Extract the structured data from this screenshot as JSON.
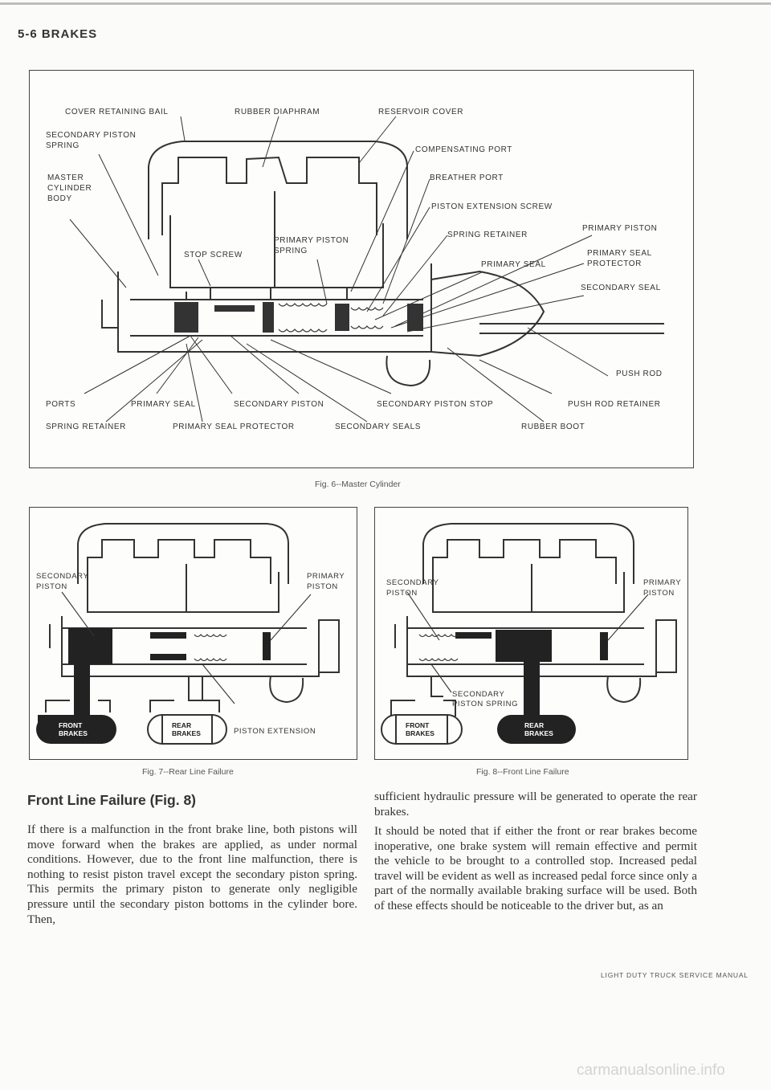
{
  "header": "5-6 BRAKES",
  "fig6": {
    "labels": {
      "cover_retaining_bail": "COVER RETAINING BAIL",
      "rubber_diaphram": "RUBBER DIAPHRAM",
      "reservoir_cover": "RESERVOIR COVER",
      "secondary_piston_spring": "SECONDARY PISTON\nSPRING",
      "compensating_port": "COMPENSATING PORT",
      "master_cylinder_body": "MASTER\nCYLINDER\nBODY",
      "breather_port": "BREATHER PORT",
      "piston_extension_screw": "PISTON EXTENSION SCREW",
      "primary_piston_top": "PRIMARY PISTON",
      "spring_retainer_top": "SPRING RETAINER",
      "primary_piston_spring": "PRIMARY PISTON\nSPRING",
      "stop_screw": "STOP SCREW",
      "primary_seal_protector": "PRIMARY SEAL\nPROTECTOR",
      "primary_seal_top": "PRIMARY SEAL",
      "secondary_seal": "SECONDARY SEAL",
      "push_rod": "PUSH ROD",
      "ports": "PORTS",
      "primary_seal_bottom": "PRIMARY SEAL",
      "secondary_piston": "SECONDARY PISTON",
      "secondary_piston_stop": "SECONDARY PISTON STOP",
      "push_rod_retainer": "PUSH ROD RETAINER",
      "spring_retainer_bottom": "SPRING RETAINER",
      "primary_seal_protector_bottom": "PRIMARY SEAL PROTECTOR",
      "secondary_seals": "SECONDARY SEALS",
      "rubber_boot": "RUBBER BOOT"
    },
    "caption": "Fig. 6--Master Cylinder"
  },
  "fig7": {
    "labels": {
      "secondary_piston": "SECONDARY\nPISTON",
      "primary_piston": "PRIMARY\nPISTON",
      "front_brakes": "FRONT\nBRAKES",
      "rear_brakes": "REAR\nBRAKES",
      "piston_extension": "PISTON EXTENSION"
    },
    "caption": "Fig. 7--Rear Line Failure"
  },
  "fig8": {
    "labels": {
      "secondary_piston": "SECONDARY\nPISTON",
      "primary_piston": "PRIMARY\nPISTON",
      "secondary_piston_spring": "SECONDARY\nPISTON SPRING",
      "front_brakes": "FRONT\nBRAKES",
      "rear_brakes": "REAR\nBRAKES"
    },
    "caption": "Fig. 8--Front Line Failure"
  },
  "section_heading": "Front Line Failure (Fig. 8)",
  "body": {
    "left": "If there is a malfunction in the front brake line, both pistons will move forward when the brakes are applied, as under normal conditions. However, due to the front line malfunction, there is nothing to resist piston travel except the secondary piston spring. This permits the primary piston to generate only negligible pressure until the secondary piston bottoms in the cylinder bore. Then,",
    "right_1": "sufficient hydraulic pressure will be generated to operate the rear brakes.",
    "right_2": "It should be noted that if either the front or rear brakes become inoperative, one brake system will remain effective and permit the vehicle to be brought to a controlled stop. Increased pedal travel will be evident as well as increased pedal force since only a part of the normally available braking surface will be used. Both of these effects should be noticeable to the driver but, as an"
  },
  "footer": "LIGHT DUTY TRUCK SERVICE MANUAL",
  "watermark": "carmanualsonline.info"
}
